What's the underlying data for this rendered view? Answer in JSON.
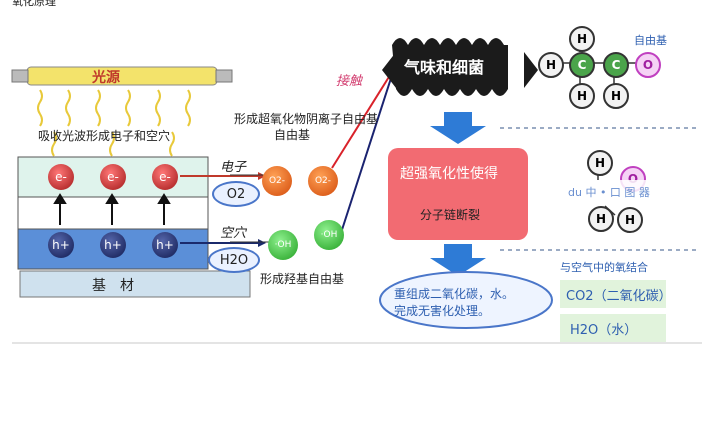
{
  "top_caption": "氧化原理",
  "light_source": "光源",
  "absorb_text": "吸收光波形成电子和空穴",
  "electron_label": "电子",
  "hole_label": "空穴",
  "electron_symbol": "e-",
  "hole_symbol": "h+",
  "o2_label": "O2",
  "h2o_label": "H2O",
  "o2_radical": "O2-",
  "oh_radical": "·OH",
  "superoxide_text": "形成超氧化物阴离子自由基",
  "superoxide_text2": "自由基",
  "hydroxyl_text": "形成羟基自由基",
  "substrate": "基　材",
  "contact": "接触",
  "odor_bacteria": "气味和细菌",
  "free_radical": "自由基",
  "strong_oxidation": "超强氧化性使得",
  "chain_break": "分子链断裂",
  "recombine_line1": "重组成二氧化碳，水。",
  "recombine_line2": "完成无害化处理。",
  "combine_oxygen": "与空气中的氧结合",
  "co2_result": "CO2（二氧化碳）",
  "h2o_result": "H2O（水）",
  "watermark": "du 中 • 口 图 器",
  "atoms": [
    "H",
    "C",
    "C",
    "O",
    "H",
    "H",
    "H"
  ],
  "colors": {
    "electron": "#c0392b",
    "hole": "#1a2a6c",
    "radical_o2": "#e8691b",
    "radical_oh": "#3cc23c",
    "blue_arrow": "#2e7bd6",
    "red_box": "#f26b72"
  }
}
